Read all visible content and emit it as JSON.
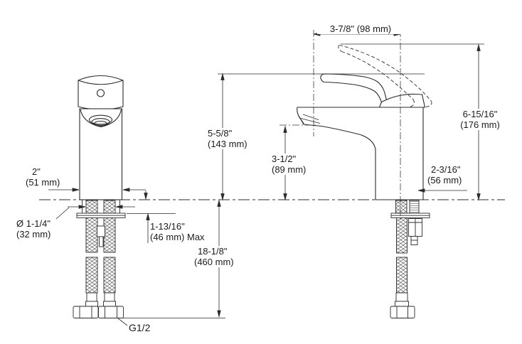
{
  "drawing": {
    "type": "technical-dimension-drawing",
    "subject": "single-handle bathroom faucet, front and side views with supply hoses",
    "line_color": "#2b2b2b",
    "background": "#ffffff",
    "dimensions": {
      "spout_reach": {
        "text": "3-7/8\" (98 mm)"
      },
      "overall_height": {
        "line1": "6-15/16\"",
        "line2": "(176 mm)"
      },
      "faucet_height": {
        "line1": "5-5/8\"",
        "line2": "(143 mm)"
      },
      "spout_height": {
        "line1": "3-1/2\"",
        "line2": "(89 mm)"
      },
      "base_width": {
        "line1": "2\"",
        "line2": "(51 mm)"
      },
      "back_clearance": {
        "line1": "2-3/16\"",
        "line2": "(56 mm)"
      },
      "hole_diameter": {
        "line1": "Ø 1-1/4\"",
        "line2": "(32 mm)"
      },
      "deck_thickness": {
        "line1": "1-13/16\"",
        "line2": "(46 mm) Max"
      },
      "supply_length": {
        "line1": "18-1/8\"",
        "line2": "(460 mm)"
      },
      "connection": {
        "text": "G1/2"
      }
    }
  }
}
